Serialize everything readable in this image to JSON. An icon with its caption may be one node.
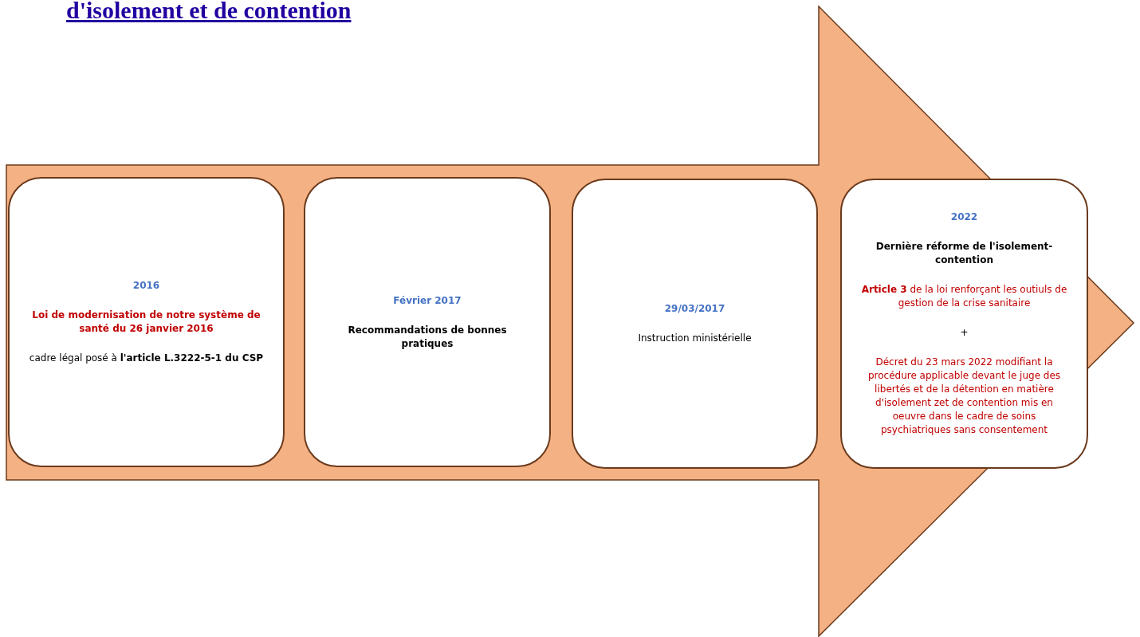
{
  "diagram": {
    "title": "d'isolement et de contention",
    "nodes": [
      {
        "text": [
          "2016",
          "Loi de modernisation de notre système de santé du 26 janvier 2016",
          "cadre légal posé à **l'article L.3222-5-1 du CSP**"
        ]
      },
      {
        "text": [
          "Février 2017",
          "Recommandations de bonnes pratiques"
        ]
      },
      {
        "text": [
          "29/03/2017",
          "Instruction ministérielle"
        ]
      },
      {
        "text": [
          "2022",
          "Dernière réforme de l'isolement-contention",
          "**Article 3** de la loi renforçant les outiuls de gestion de la crise sanitaire",
          "+",
          "Décret du 23 mars 2022 modifiant la procédure applicable devant le juge des libertés et de la détention en matière d'isolement zet de contention mis en oeuvre dans le cadre de soins psychiatriques sans consentement"
        ]
      }
    ]
  }
}
